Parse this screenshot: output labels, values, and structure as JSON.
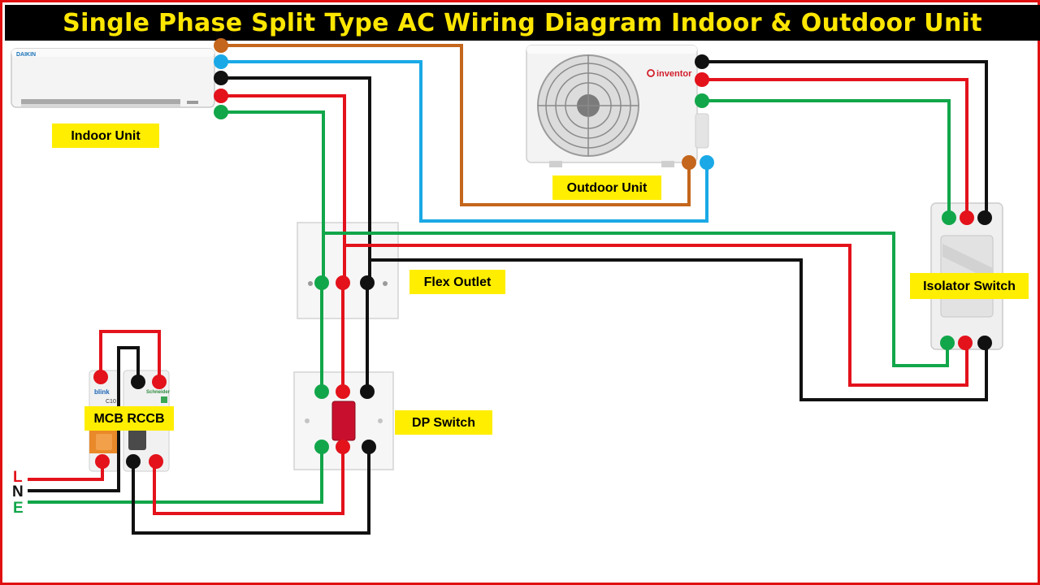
{
  "title": "Single Phase Split Type AC Wiring Diagram Indoor & Outdoor Unit",
  "labels": {
    "indoor_unit": "Indoor Unit",
    "outdoor_unit": "Outdoor Unit",
    "flex_outlet": "Flex Outlet",
    "isolator_switch": "Isolator Switch",
    "dp_switch": "DP Switch",
    "mcb_rccb": "MCB RCCB"
  },
  "supply": {
    "line": "L",
    "neutral": "N",
    "earth": "E"
  },
  "brands": {
    "outdoor": "inventor",
    "mcb": "blink",
    "mcb_rating": "C10",
    "rccb": "Schneider",
    "indoor_logo": "DAIKIN"
  },
  "colors": {
    "line": "#e3121b",
    "neutral": "#111111",
    "earth": "#12a64a",
    "signal_brown": "#c4661c",
    "signal_blue": "#1aa9e6",
    "label_bg": "#ffee00",
    "title_text": "#ffe600",
    "frame": "#e01010"
  }
}
